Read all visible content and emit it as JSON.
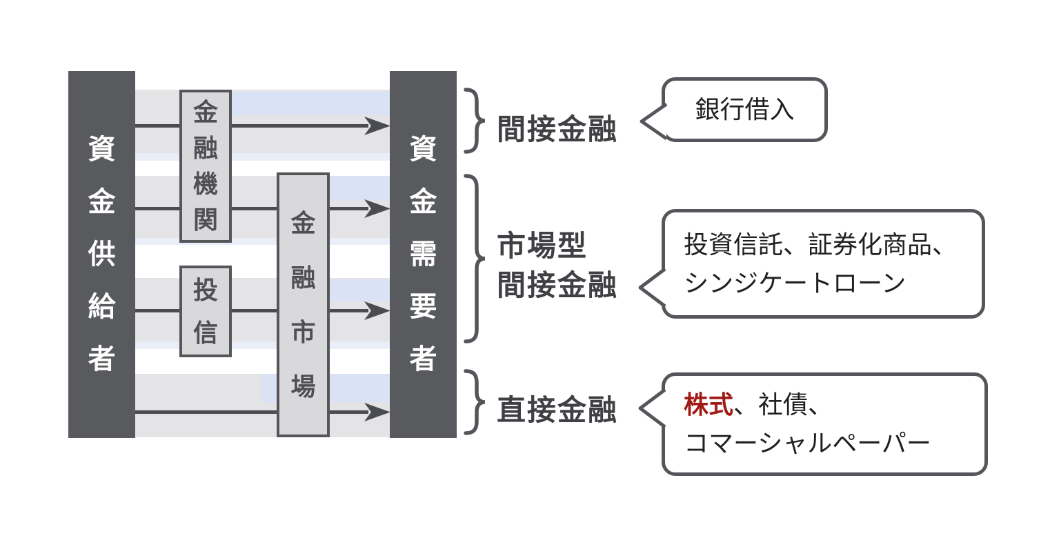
{
  "diagram": {
    "suppliers_bar": {
      "label": "資金供給者"
    },
    "demanders_bar": {
      "label": "資金需要者"
    },
    "boxes": {
      "financial_institutions": "金融機関",
      "investment_trust": "投信",
      "financial_market": "金融市場"
    },
    "categories": {
      "indirect": {
        "label": "間接金融",
        "bubble_text": "銀行借入"
      },
      "market_indirect": {
        "label_line1": "市場型",
        "label_line2": "間接金融",
        "bubble_line1": "投資信託、証券化商品、",
        "bubble_line2": "シンジケートローン"
      },
      "direct": {
        "label": "直接金融",
        "bubble_red": "株式",
        "bubble_line1_rest": "、社債、",
        "bubble_line2": "コマーシャルペーパー"
      }
    },
    "colors": {
      "bar": "#595a5e",
      "bar_text": "#ffffff",
      "box_fill": "#d9d9db",
      "box_border": "#55565a",
      "band_gray": "#e4e4e6",
      "band_blue": "#dae2f6",
      "band_pale_blue": "#eaeef9",
      "arrow": "#4b4c51",
      "category_label_text": "#3f4044",
      "bubble_border": "#55565b",
      "bubble_text": "#202022",
      "accent_red": "#a01b15"
    }
  }
}
